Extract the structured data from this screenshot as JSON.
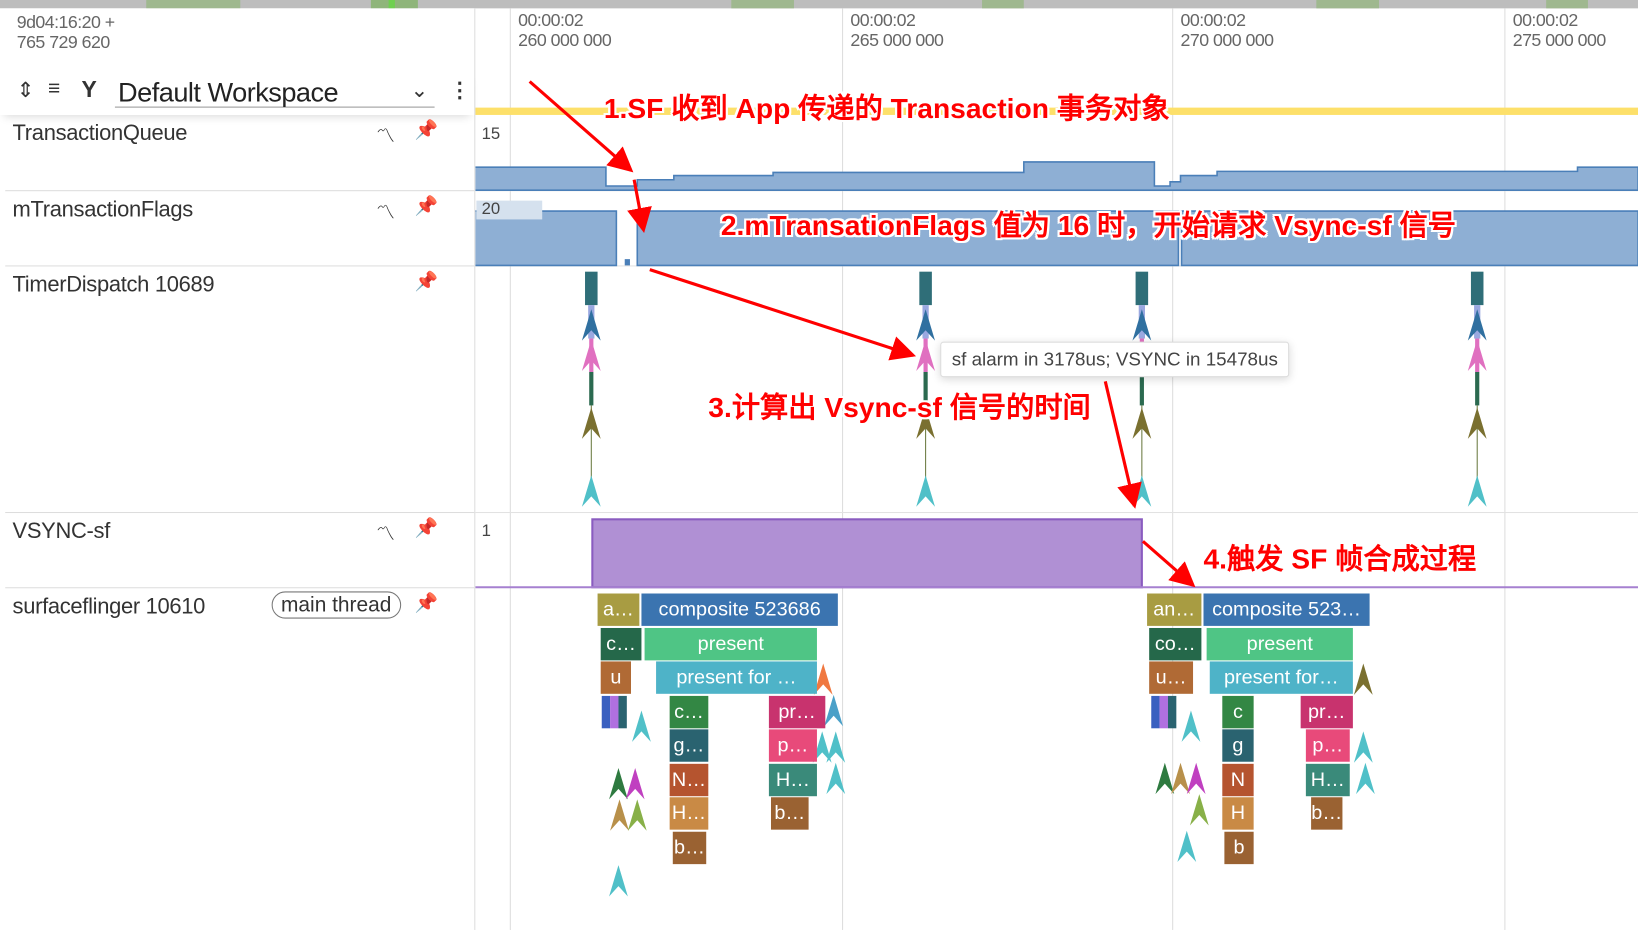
{
  "timeline": {
    "start_time": "9d04:16:20 +",
    "start_ns": "765 729 620",
    "ticks": [
      {
        "time": "00:00:02",
        "ns": "260 000 000"
      },
      {
        "time": "00:00:02",
        "ns": "265 000 000"
      },
      {
        "time": "00:00:02",
        "ns": "270 000 000"
      },
      {
        "time": "00:00:02",
        "ns": "275 000 000"
      }
    ]
  },
  "toolbar": {
    "workspace": "Default Workspace",
    "icons": [
      "collapse-all-icon",
      "sort-icon",
      "filter-icon",
      "chevron-down-icon",
      "more-vert-icon"
    ]
  },
  "tracks": [
    {
      "name": "TransactionQueue",
      "scale": "15",
      "color": "#8eafd4"
    },
    {
      "name": "mTransactionFlags",
      "scale": "20",
      "color": "#8eafd4"
    },
    {
      "name": "TimerDispatch 10689"
    },
    {
      "name": "VSYNC-sf",
      "scale": "1",
      "color": "#b090d4"
    },
    {
      "name": "surfaceflinger 10610",
      "chip": "main thread"
    }
  ],
  "tooltip": "sf alarm in 3178us; VSYNC in 15478us",
  "annotations": [
    "1.SF 收到 App 传递的 Transaction 事务对象",
    "2.mTransationFlags 值为 16 时，开始请求 Vsync-sf 信号",
    "3.计算出 Vsync-sf 信号的时间",
    "4.触发 SF 帧合成过程"
  ],
  "slices": [
    {
      "label": "a…",
      "color": "#a89c42"
    },
    {
      "label": "composite 523686",
      "color": "#3b74b0"
    },
    {
      "label": "c…",
      "color": "#25684a"
    },
    {
      "label": "present",
      "color": "#4fc585"
    },
    {
      "label": "u",
      "color": "#b06a35"
    },
    {
      "label": "present for …",
      "color": "#4eb3c8"
    },
    {
      "label": "c…",
      "color": "#338744"
    },
    {
      "label": "pr…",
      "color": "#c8336e"
    },
    {
      "label": "g…",
      "color": "#2a6370"
    },
    {
      "label": "p…",
      "color": "#e84a7a"
    },
    {
      "label": "N…",
      "color": "#b5542f"
    },
    {
      "label": "H…",
      "color": "#3a8a7a"
    },
    {
      "label": "H…",
      "color": "#c98a45"
    },
    {
      "label": "b…",
      "color": "#9a6232"
    },
    {
      "label": "b…",
      "color": "#9a6232"
    },
    {
      "label": "an…",
      "color": "#a89c42"
    },
    {
      "label": "composite 523…",
      "color": "#3b74b0"
    },
    {
      "label": "co…",
      "color": "#25684a"
    },
    {
      "label": "present",
      "color": "#4fc585"
    },
    {
      "label": "u…",
      "color": "#b06a35"
    },
    {
      "label": "present for…",
      "color": "#4eb3c8"
    },
    {
      "label": "c",
      "color": "#338744"
    },
    {
      "label": "pr…",
      "color": "#c8336e"
    },
    {
      "label": "g",
      "color": "#2a6370"
    },
    {
      "label": "p…",
      "color": "#e84a7a"
    },
    {
      "label": "N",
      "color": "#b5542f"
    },
    {
      "label": "H…",
      "color": "#3a8a7a"
    },
    {
      "label": "H",
      "color": "#c98a45"
    },
    {
      "label": "b…",
      "color": "#9a6232"
    },
    {
      "label": "b",
      "color": "#9a6232"
    }
  ]
}
